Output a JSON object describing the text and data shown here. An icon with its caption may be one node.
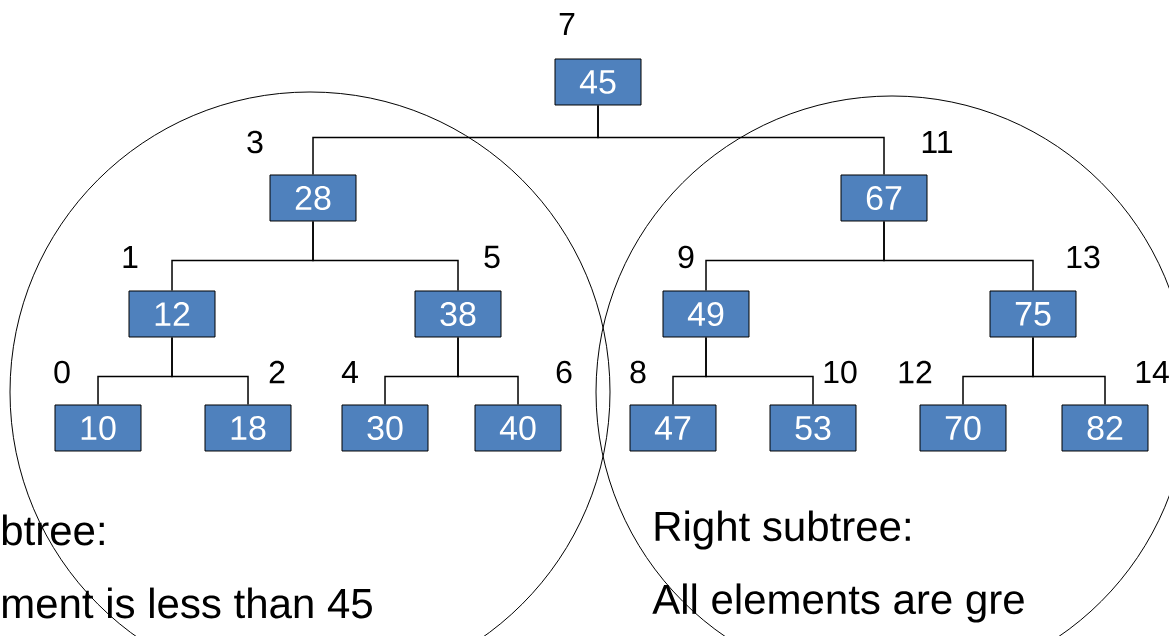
{
  "diagram": {
    "nodes": [
      {
        "text": [
          "45"
        ],
        "beside": [
          "7"
        ]
      },
      {
        "text": [
          "28"
        ],
        "beside": [
          "3"
        ]
      },
      {
        "text": [
          "67"
        ],
        "beside": [
          "11"
        ]
      },
      {
        "text": [
          "12"
        ],
        "beside": [
          "1"
        ]
      },
      {
        "text": [
          "38"
        ],
        "beside": [
          "5"
        ]
      },
      {
        "text": [
          "49"
        ],
        "beside": [
          "9"
        ]
      },
      {
        "text": [
          "75"
        ],
        "beside": [
          "13"
        ]
      },
      {
        "text": [
          "10"
        ],
        "beside": [
          "0"
        ]
      },
      {
        "text": [
          "18"
        ],
        "beside": [
          "2"
        ]
      },
      {
        "text": [
          "30"
        ],
        "beside": [
          "4"
        ]
      },
      {
        "text": [
          "40"
        ],
        "beside": [
          "6"
        ]
      },
      {
        "text": [
          "47"
        ],
        "beside": [
          "8"
        ]
      },
      {
        "text": [
          "53"
        ],
        "beside": [
          "10"
        ]
      },
      {
        "text": [
          "70"
        ],
        "beside": [
          "12"
        ]
      },
      {
        "text": [
          "82"
        ],
        "beside": [
          "14"
        ]
      }
    ],
    "edges": [
      {
        "from": 0,
        "to": 1,
        "arrow": "none"
      },
      {
        "from": 0,
        "to": 2,
        "arrow": "none"
      },
      {
        "from": 1,
        "to": 3,
        "arrow": "none"
      },
      {
        "from": 1,
        "to": 4,
        "arrow": "none"
      },
      {
        "from": 2,
        "to": 5,
        "arrow": "none"
      },
      {
        "from": 2,
        "to": 6,
        "arrow": "none"
      },
      {
        "from": 3,
        "to": 7,
        "arrow": "none"
      },
      {
        "from": 3,
        "to": 8,
        "arrow": "none"
      },
      {
        "from": 4,
        "to": 9,
        "arrow": "none"
      },
      {
        "from": 4,
        "to": 10,
        "arrow": "none"
      },
      {
        "from": 5,
        "to": 11,
        "arrow": "none"
      },
      {
        "from": 5,
        "to": 12,
        "arrow": "none"
      },
      {
        "from": 6,
        "to": 13,
        "arrow": "none"
      },
      {
        "from": 6,
        "to": 14,
        "arrow": "none"
      }
    ],
    "labels": [
      "btree:",
      "Right subtree:",
      "ment is less than 45",
      "All elements are gre"
    ]
  }
}
